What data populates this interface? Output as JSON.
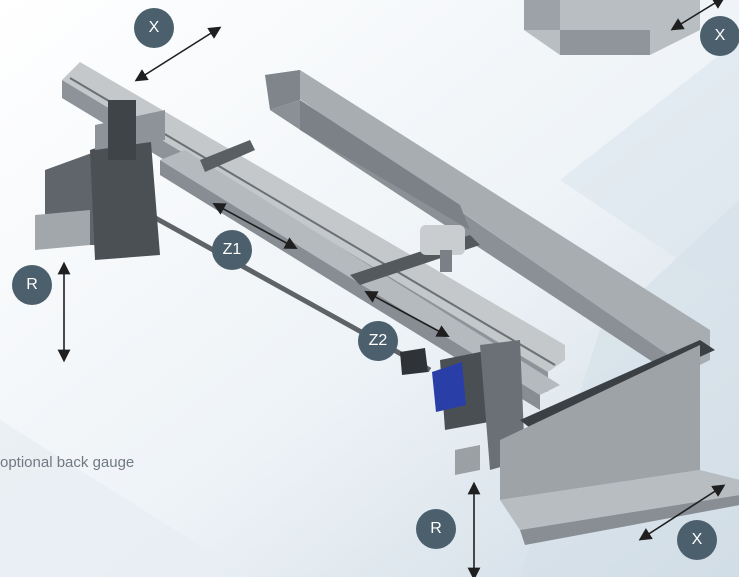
{
  "colors": {
    "badge": "#4b5f6c",
    "arrow": "#1f1f1f",
    "background": "#eef3f7",
    "caption": "#6f7a82",
    "metal": "#a6abb0"
  },
  "axes": {
    "x_top": "X",
    "x_top_right": "X",
    "x_bottom_right": "X",
    "z1": "Z1",
    "z2": "Z2",
    "r_left": "R",
    "r_bottom": "R"
  },
  "caption": "optional back gauge",
  "illustration": "back-gauge-machine"
}
